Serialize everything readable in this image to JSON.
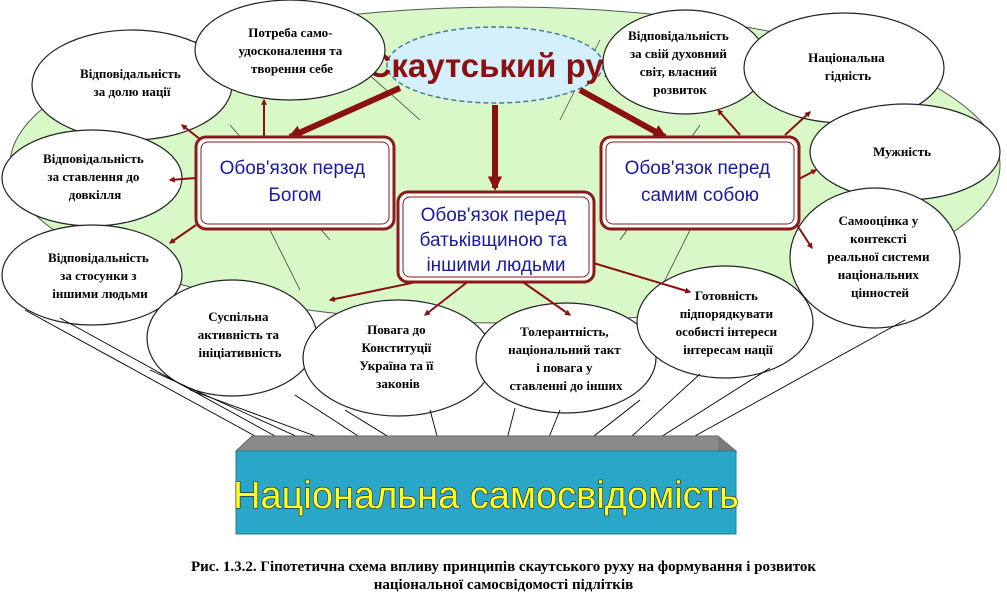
{
  "title": "Скаутський рух",
  "duties": {
    "god": [
      "Обов'язок перед",
      "Богом"
    ],
    "homeland": [
      "Обов'язок перед",
      "батьківщиною та",
      "іншими людьми"
    ],
    "self": [
      "Обов'язок перед",
      "самим собою"
    ]
  },
  "values": {
    "share_nation": [
      "Відповідальність",
      "за долю нації"
    ],
    "self_improvement": [
      "Потреба само-",
      "удосконалення та",
      "творення себе"
    ],
    "environment": [
      "Відповідальність",
      "за ставлення до",
      "довкілля"
    ],
    "relations": [
      "Відповідальність",
      "за стосунки з",
      "іншими людьми"
    ],
    "activity": [
      "Суспільна",
      "активність та",
      "ініціативність"
    ],
    "constitution": [
      "Повага до",
      "Конституції",
      "Україна та її",
      "законів"
    ],
    "tolerance": [
      "Толерантність,",
      "національний  такт",
      "і повага у",
      "ставленні до інших"
    ],
    "readiness": [
      "Готовність",
      "підпорядкувати",
      "особисті інтереси",
      "інтересам нації"
    ],
    "spiritual": [
      "Відповідальність",
      "за свій духовний",
      "світ, власний",
      "розвиток"
    ],
    "dignity": [
      "Національна",
      "гідність"
    ],
    "courage": [
      "Мужність"
    ],
    "self_esteem": [
      "Самооцінка у",
      "контексті",
      "реальної системи",
      "національних",
      "цінностей"
    ]
  },
  "result": "Національна самосвідомість",
  "caption": [
    "Рис. 1.3.2. Гіпотетична схема впливу принципів скаутського руху на формування і розвиток",
    "національної самосвідомості підлітків"
  ],
  "colors": {
    "background_ellipse": "#d8f8c8",
    "title_oval": "#d4f0fc",
    "title_text": "#8b1010",
    "box_border": "#8b1a1a",
    "box_text": "#1a1aa0",
    "arrow": "#8b1010",
    "base_front": "#2aa6c8",
    "base_top": "#8a8a8a",
    "base_text": "#ffff22"
  }
}
